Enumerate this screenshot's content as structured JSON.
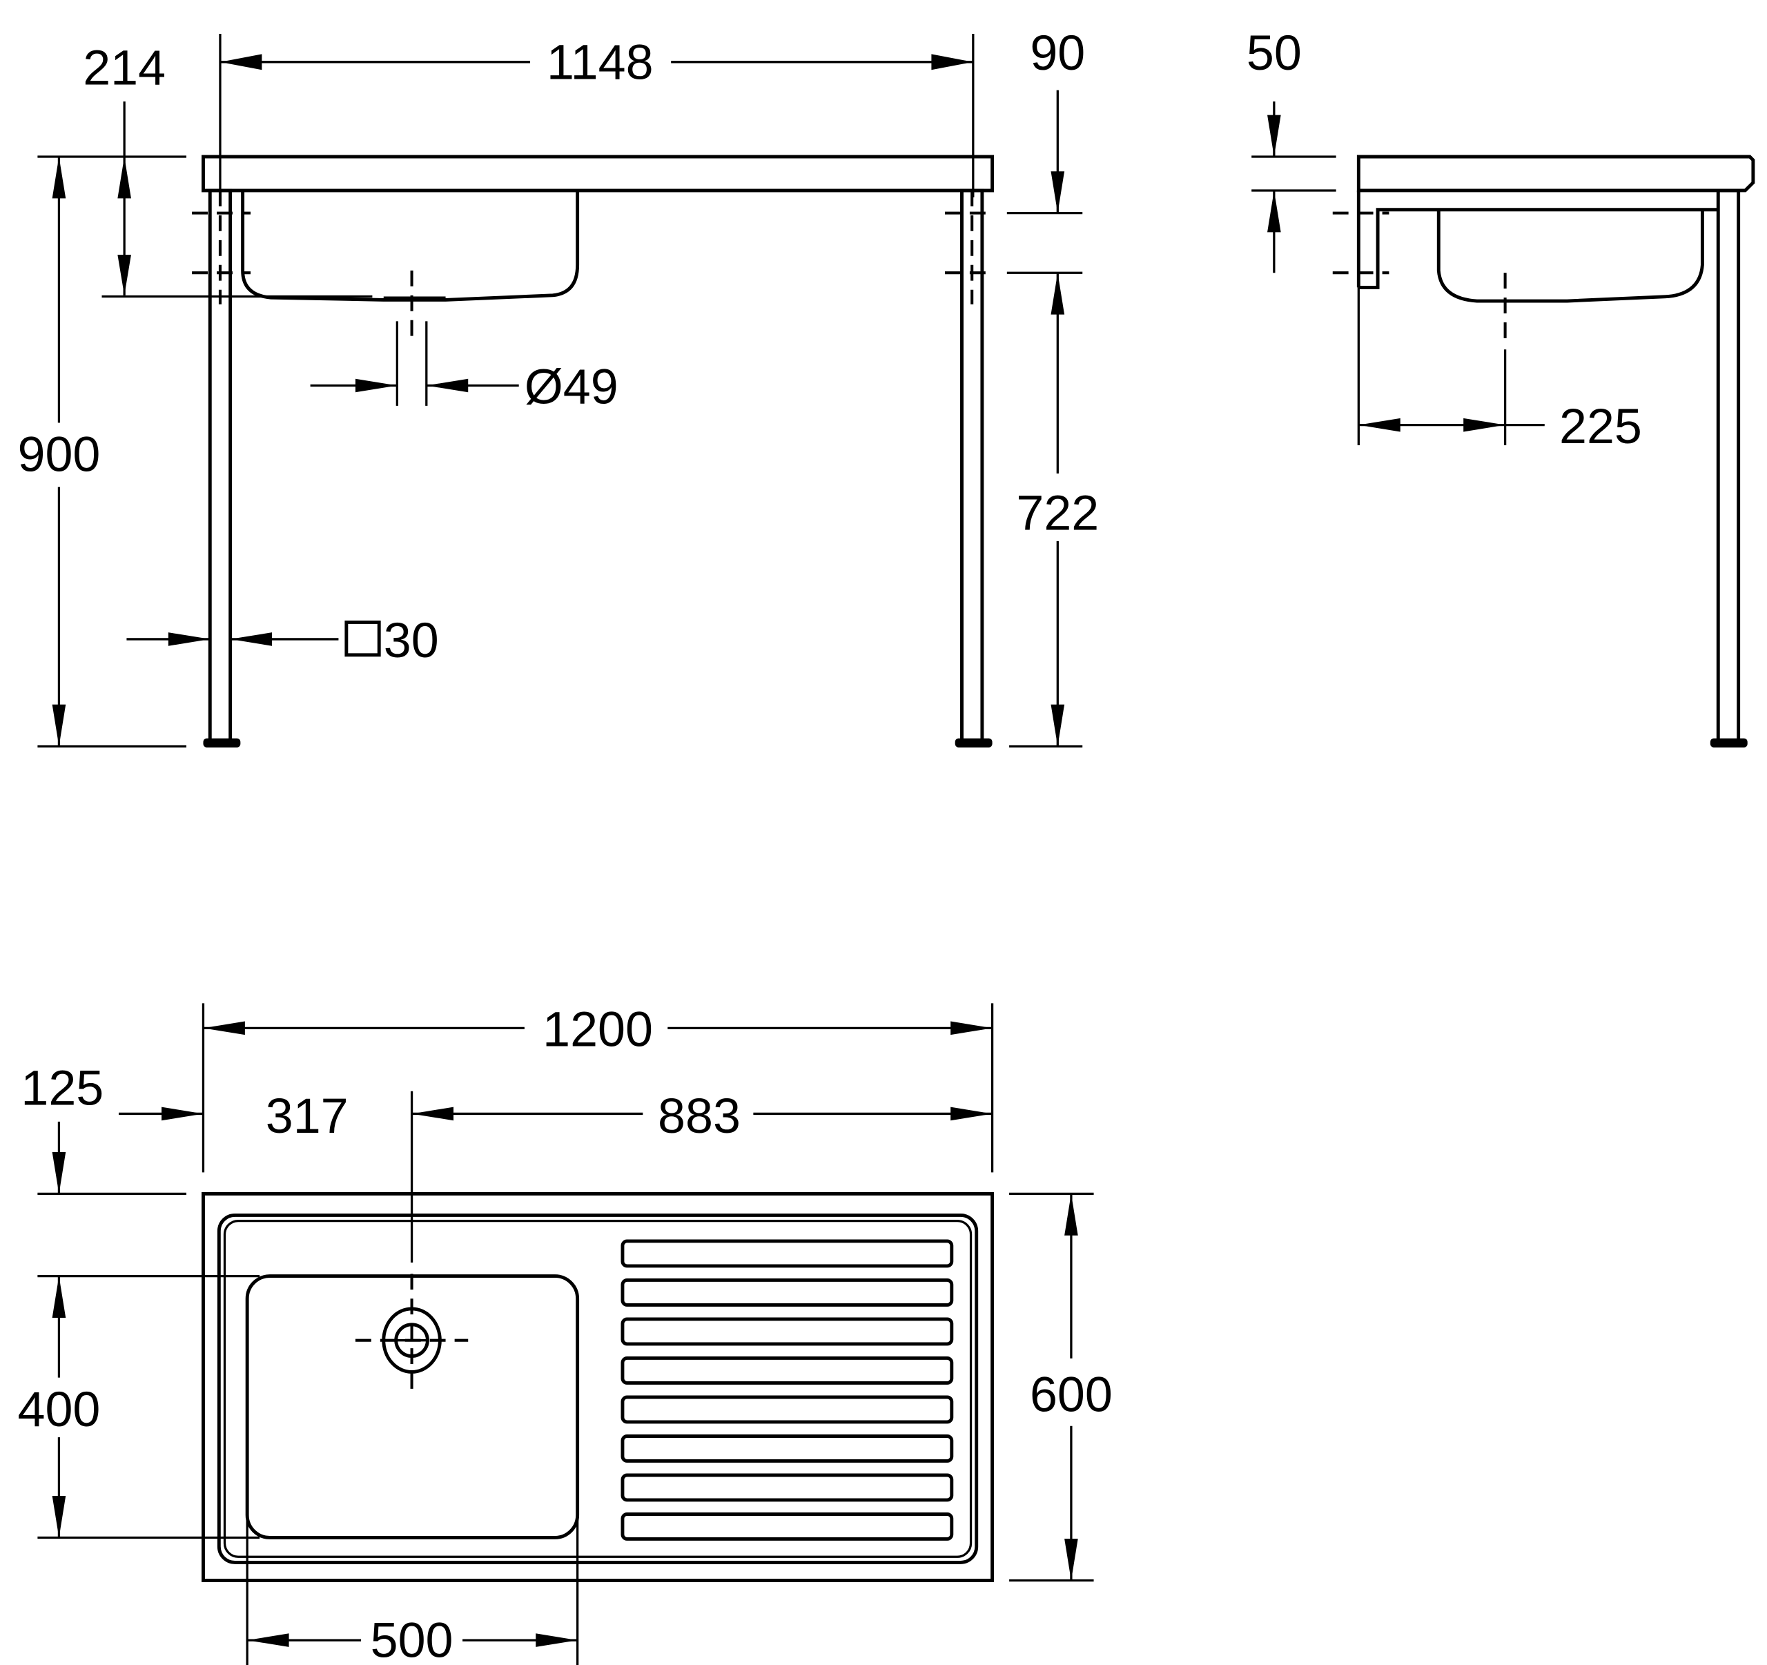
{
  "drawing": {
    "front_view": {
      "overall_width": "1148",
      "basin_depth": "214",
      "overall_height": "900",
      "rim_height": "90",
      "drain_height": "722",
      "drain_diameter": "Ø49",
      "leg_section": "30",
      "leg_section_symbol": "square"
    },
    "side_view": {
      "top_thickness": "50",
      "drain_offset": "225"
    },
    "top_view": {
      "overall_width": "1200",
      "top_offset": "125",
      "drain_from_left": "317",
      "drain_to_right": "883",
      "basin_depth": "400",
      "overall_depth": "600",
      "basin_width": "500",
      "drainer_grooves": 8
    }
  },
  "colors": {
    "line": "#000000",
    "background": "#ffffff"
  }
}
